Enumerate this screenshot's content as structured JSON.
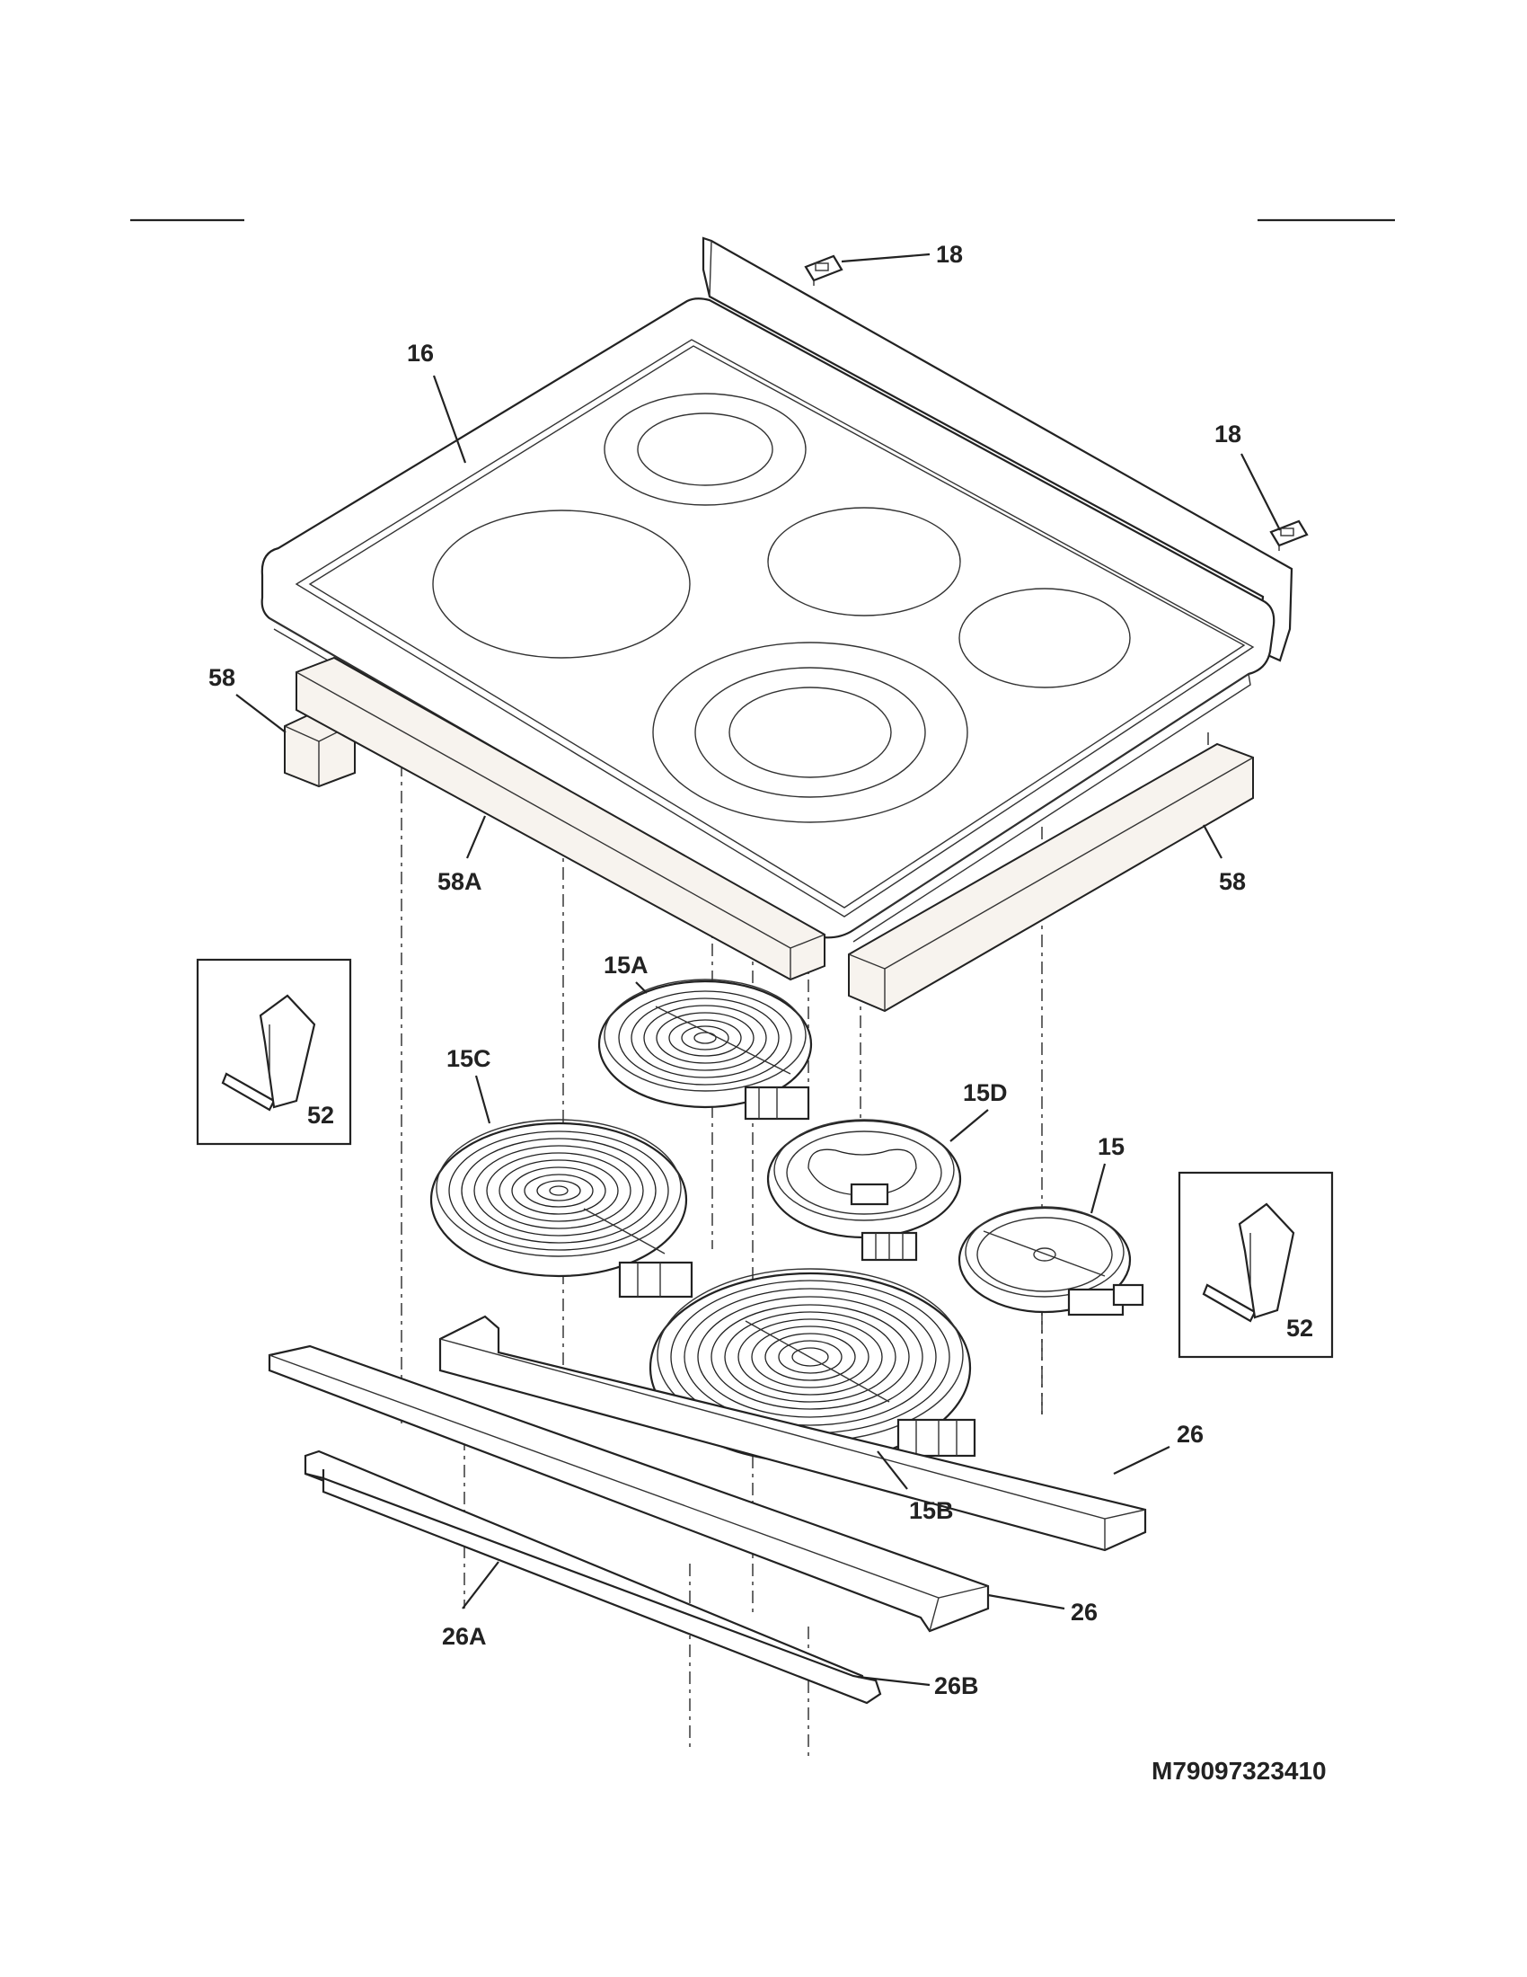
{
  "labels": {
    "part_16": "16",
    "part_18_a": "18",
    "part_18_b": "18",
    "part_58_left": "58",
    "part_58a": "58A",
    "part_58_right": "58",
    "part_15a": "15A",
    "part_15c": "15C",
    "part_15d": "15D",
    "part_15": "15",
    "part_15b": "15B",
    "part_52_left": "52",
    "part_52_right": "52",
    "part_26_right": "26",
    "part_26_mid": "26",
    "part_26a": "26A",
    "part_26b": "26B"
  },
  "model_number": "M79097323410"
}
